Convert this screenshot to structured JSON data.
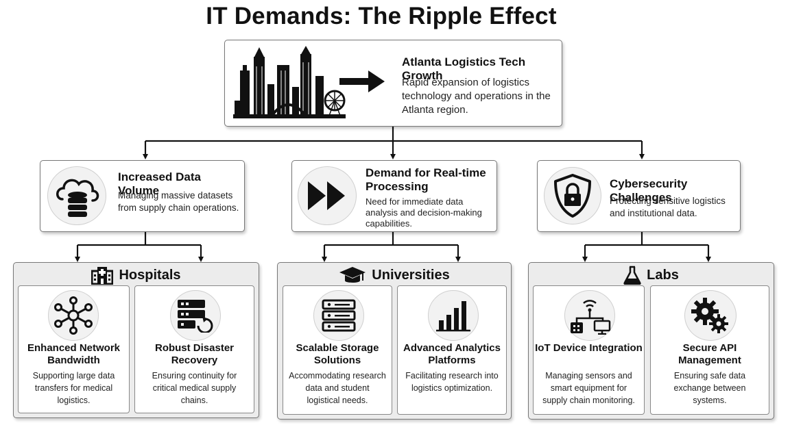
{
  "title": "IT Demands: The Ripple Effect",
  "top": {
    "title": "Atlanta Logistics Tech Growth",
    "description": "Rapid expansion of logistics technology and operations in the Atlanta region.",
    "icon": "city-skyline-icon"
  },
  "challenges": [
    {
      "title": "Increased Data Volume",
      "description": "Managing massive datasets from supply chain operations.",
      "icon": "cloud-database-icon"
    },
    {
      "title": "Demand for Real-time Processing",
      "description": "Need for immediate data analysis and decision-making capabilities.",
      "icon": "fast-forward-icon"
    },
    {
      "title": "Cybersecurity Challenges",
      "description": "Protecting sensitive logistics and institutional data.",
      "icon": "shield-lock-icon"
    }
  ],
  "sectors": [
    {
      "name": "Hospitals",
      "icon": "hospital-icon",
      "cards": [
        {
          "title": "Enhanced Network Bandwidth",
          "description": "Supporting large data transfers for medical logistics.",
          "icon": "network-hub-icon"
        },
        {
          "title": "Robust Disaster Recovery",
          "description": "Ensuring continuity for critical medical supply chains.",
          "icon": "server-recovery-icon"
        }
      ]
    },
    {
      "name": "Universities",
      "icon": "graduation-cap-icon",
      "cards": [
        {
          "title": "Scalable Storage Solutions",
          "description": "Accommodating research data and student logistical needs.",
          "icon": "server-stack-icon"
        },
        {
          "title": "Advanced Analytics Platforms",
          "description": "Facilitating research into logistics optimization.",
          "icon": "bar-chart-icon"
        }
      ]
    },
    {
      "name": "Labs",
      "icon": "flask-icon",
      "cards": [
        {
          "title": "IoT Device Integration",
          "description": "Managing sensors and smart equipment for supply chain monitoring.",
          "icon": "iot-devices-icon"
        },
        {
          "title": "Secure API Management",
          "description": "Ensuring safe data exchange between systems.",
          "icon": "gears-icon"
        }
      ]
    }
  ]
}
